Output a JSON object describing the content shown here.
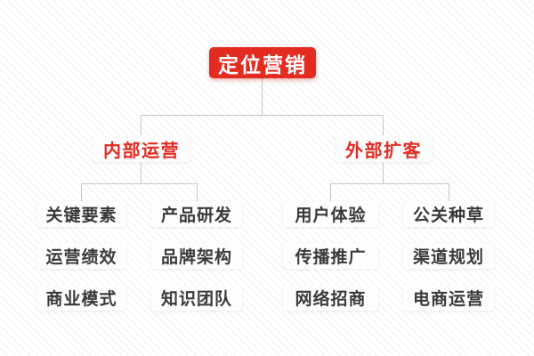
{
  "diagram": {
    "root": {
      "label": "定位营销"
    },
    "branches": [
      {
        "label": "内部运营",
        "children": [
          "关键要素",
          "产品研发",
          "运营绩效",
          "品牌架构",
          "商业模式",
          "知识团队"
        ]
      },
      {
        "label": "外部扩客",
        "children": [
          "用户体验",
          "公关种草",
          "传播推广",
          "渠道规划",
          "网络招商",
          "电商运营"
        ]
      }
    ],
    "colors": {
      "accent_red": "#e32b22",
      "connector_gray": "#c9c9c9",
      "leaf_text": "#3a3a3a",
      "node_background": "#fdfdfd"
    }
  }
}
